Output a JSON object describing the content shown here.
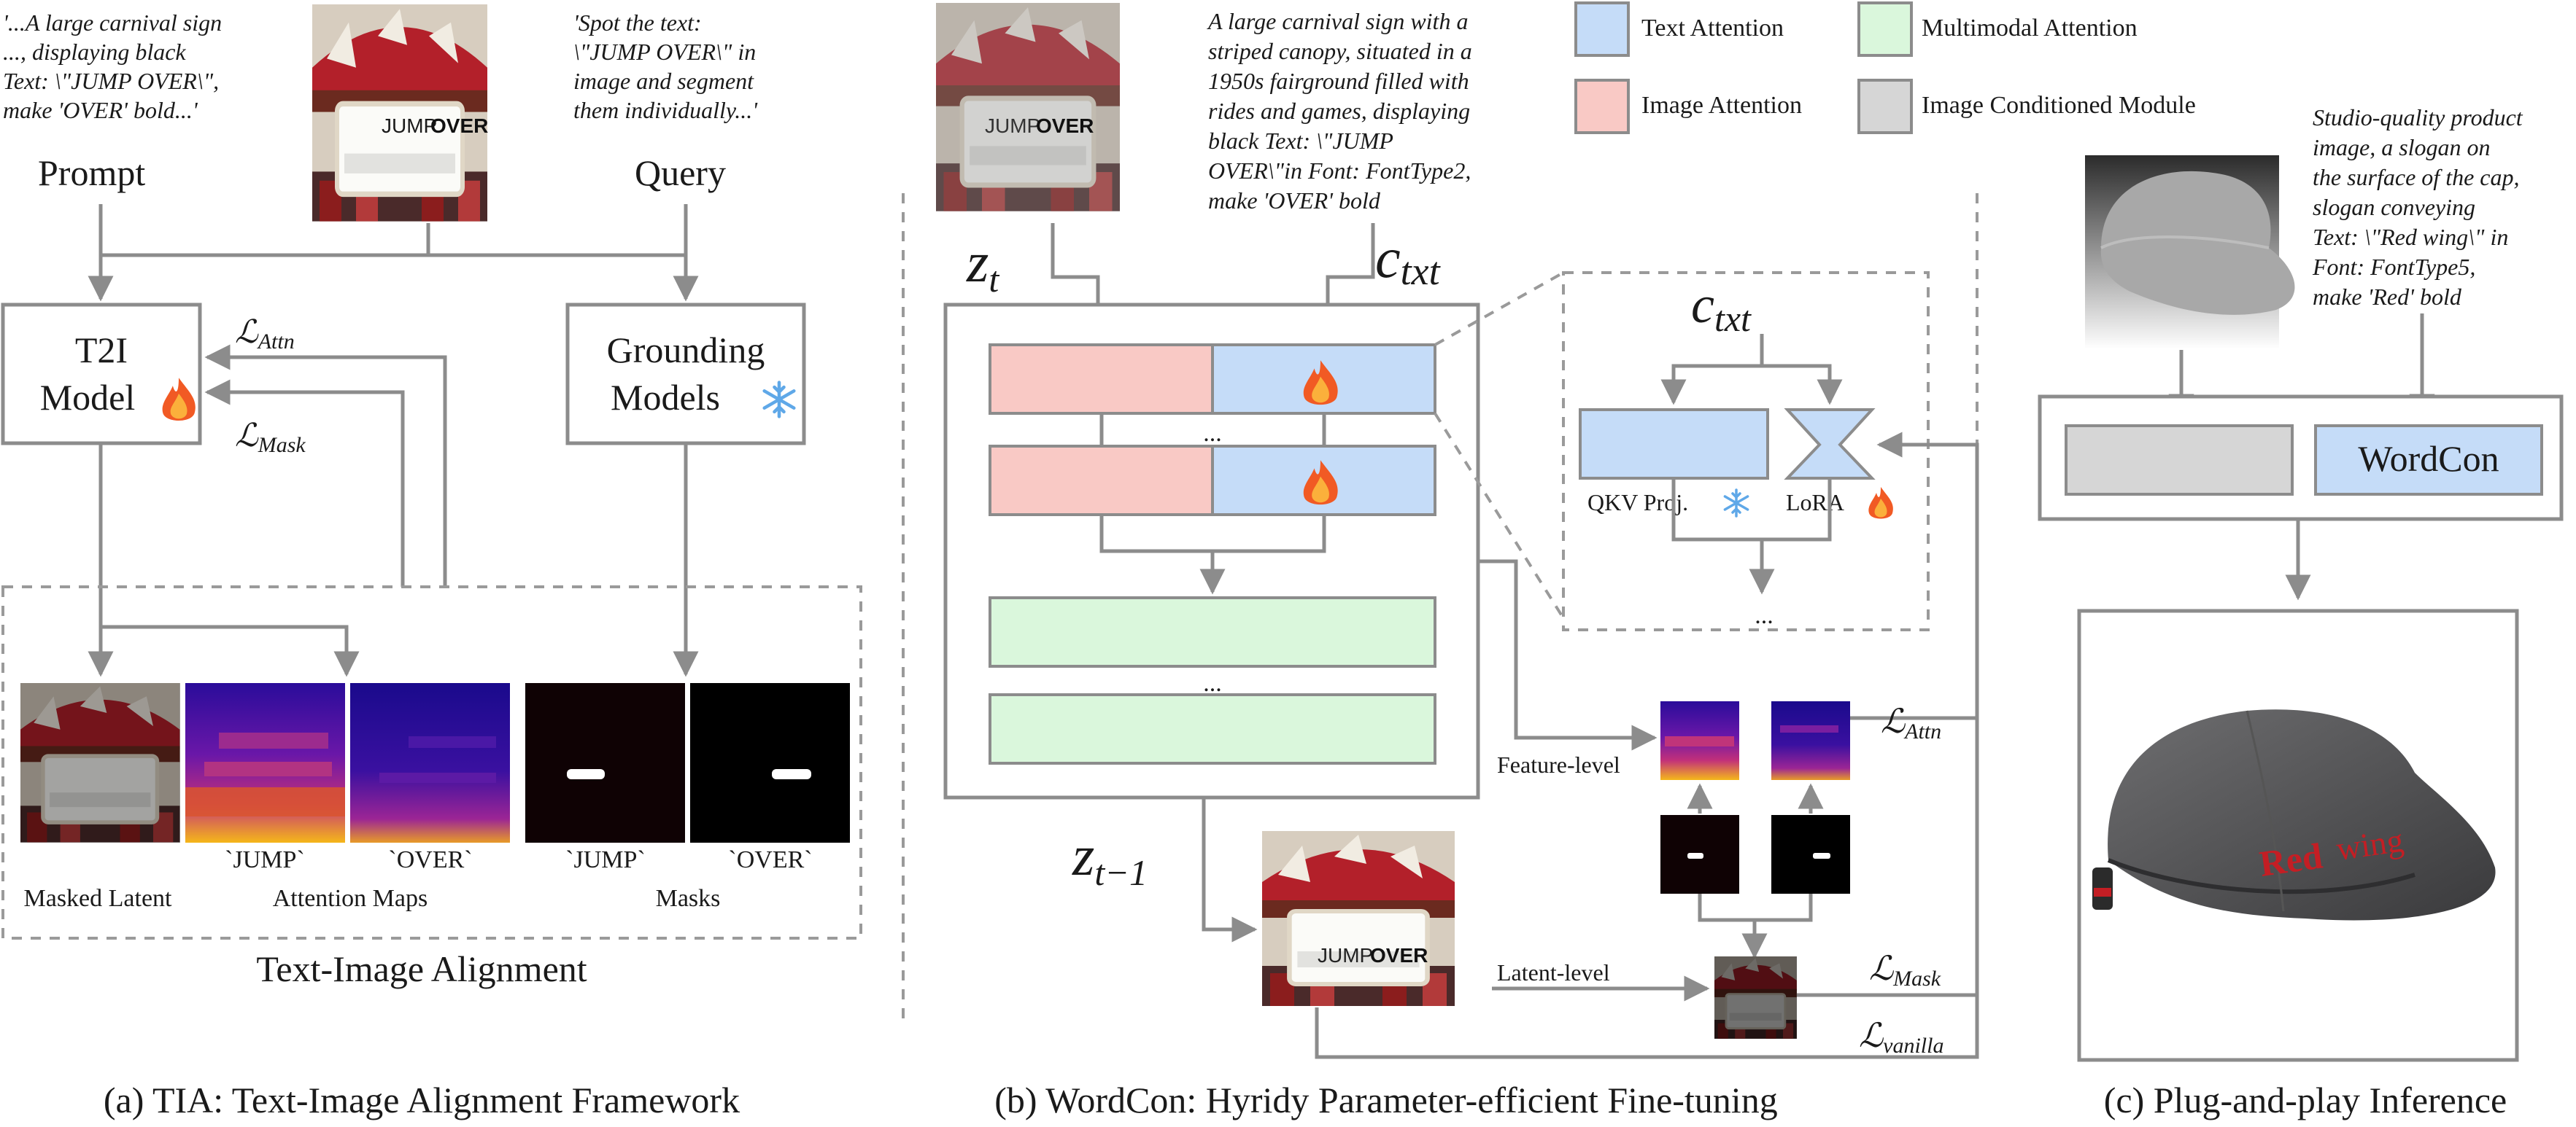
{
  "colors": {
    "text_attention": "#c5dcf8",
    "image_attention": "#f9c9c5",
    "multimodal_attention": "#daf7dc",
    "image_conditioned": "#d6d6d6",
    "line": "#8c8c8c",
    "heat_dark": "#14088a",
    "heat_mid": "#8a1ba6",
    "heat_hot": "#f3c31b"
  },
  "panel_a": {
    "prompt_quote": [
      "'...A large carnival sign",
      "..., displaying black",
      "Text: \\\"JUMP OVER\\\",",
      "make 'OVER' bold...'"
    ],
    "query_quote": [
      "'Spot the text:",
      "\\\"JUMP OVER\\\" in",
      "image and segment",
      "them individually...'"
    ],
    "sign_text_1": "JUMP",
    "sign_text_2": "OVER",
    "prompt_label": "Prompt",
    "query_label": "Query",
    "t2i_line1": "T2I",
    "t2i_line2": "Model",
    "grounding_line1": "Grounding",
    "grounding_line2": "Models",
    "loss_attn": "ℒ",
    "loss_attn_sub": "Attn",
    "loss_mask": "ℒ",
    "loss_mask_sub": "Mask",
    "masked_latent_label": "Masked Latent",
    "attention_maps_label": "Attention Maps",
    "masks_label": "Masks",
    "token_jump_1": "`JUMP`",
    "token_over_1": "`OVER`",
    "token_jump_2": "`JUMP`",
    "token_over_2": "`OVER`",
    "alignment_title": "Text-Image Alignment",
    "caption": "(a) TIA: Text-Image Alignment Framework"
  },
  "panel_b": {
    "prompt_lines": [
      "A large carnival sign with a",
      "striped canopy, situated in a",
      "1950s fairground filled with",
      "rides and games, displaying",
      "black Text: \\\"JUMP",
      "OVER\\\"in Font: FontType2,",
      "make 'OVER' bold"
    ],
    "zt": "z",
    "zt_sub": "t",
    "ctxt": "c",
    "ctxt_sub": "txt",
    "zt1": "z",
    "zt1_sub": "t−1",
    "ellipsis": "...",
    "qkv_label": "QKV Proj.",
    "lora_label": "LoRA",
    "feature_level": "Feature-level",
    "latent_level": "Latent-level",
    "loss_attn": "ℒ",
    "loss_attn_sub": "Attn",
    "loss_mask": "ℒ",
    "loss_mask_sub": "Mask",
    "loss_vanilla": "ℒ",
    "loss_vanilla_sub": "vanilla",
    "caption": "(b) WordCon: Hyridy Parameter-efficient Fine-tuning"
  },
  "legend": {
    "text_attention": "Text Attention",
    "multimodal_attention": "Multimodal Attention",
    "image_attention": "Image Attention",
    "image_conditioned": "Image Conditioned Module"
  },
  "panel_c": {
    "prompt_lines": [
      "Studio-quality product",
      "image, a slogan on",
      "the surface of the cap,",
      "slogan conveying",
      "Text: \\\"Red wing\\\" in",
      "Font: FontType5,",
      "make 'Red' bold"
    ],
    "wordcon_label": "WordCon",
    "cap_text_1": "Red",
    "cap_text_2": "wing",
    "caption": "(c) Plug-and-play Inference"
  },
  "icons": [
    "fire-icon",
    "snowflake-icon",
    "arrow-icon"
  ]
}
